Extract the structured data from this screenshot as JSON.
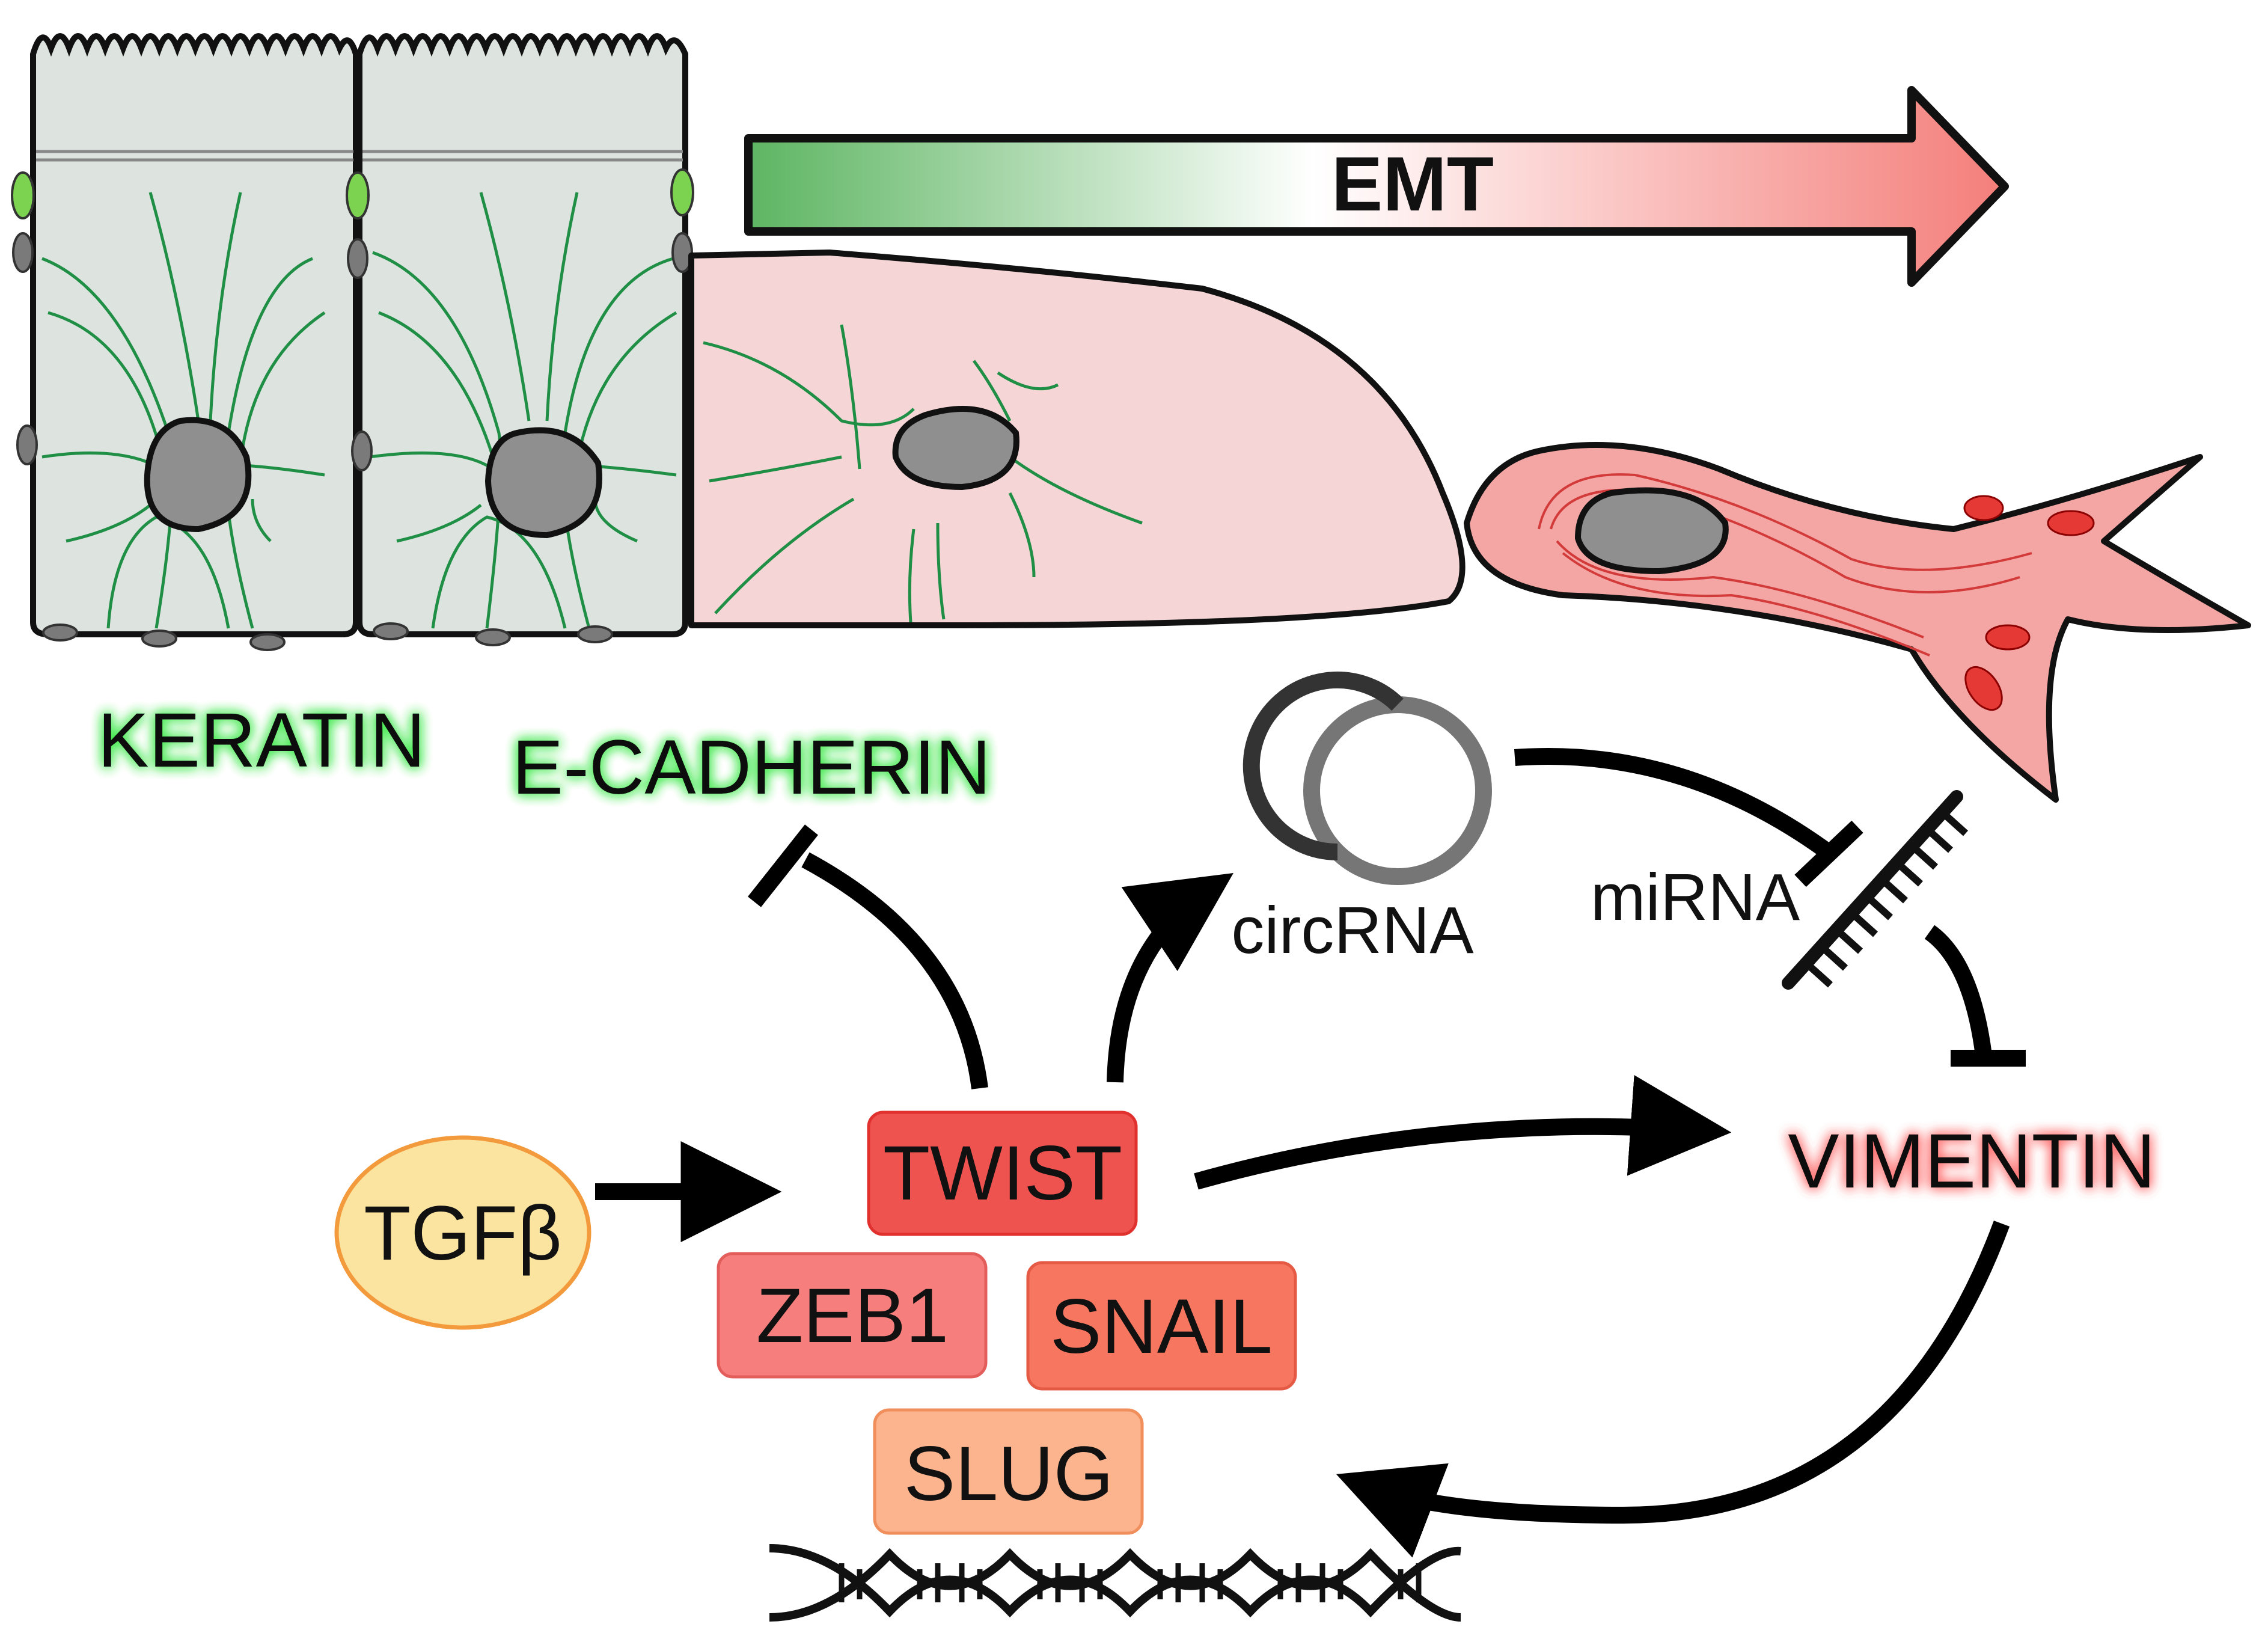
{
  "banner": {
    "label": "EMT"
  },
  "markers": {
    "keratin": "KERATIN",
    "ecadherin": "E-CADHERIN",
    "vimentin": "VIMENTIN"
  },
  "nodes": {
    "tgfb": "TGFβ",
    "twist": "TWIST",
    "zeb1": "ZEB1",
    "snail": "SNAIL",
    "slug": "SLUG",
    "circrna": "circRNA",
    "mirna": "miRNA"
  },
  "colors": {
    "epithelial_green": "#2E9B4E",
    "mesenchymal_red": "#E8534F",
    "cell_epithelial": "#DDE3DF",
    "cell_transition": "#F5D5D5",
    "cell_mesenchymal": "#F4A6A4",
    "nucleus": "#8F8F8F",
    "twist": "#EF5350",
    "zeb1": "#F67E7C",
    "snail": "#F77660",
    "slug": "#FBB48E",
    "tgfb_fill": "#FBE4A0",
    "tgfb_stroke": "#F39A3C"
  }
}
